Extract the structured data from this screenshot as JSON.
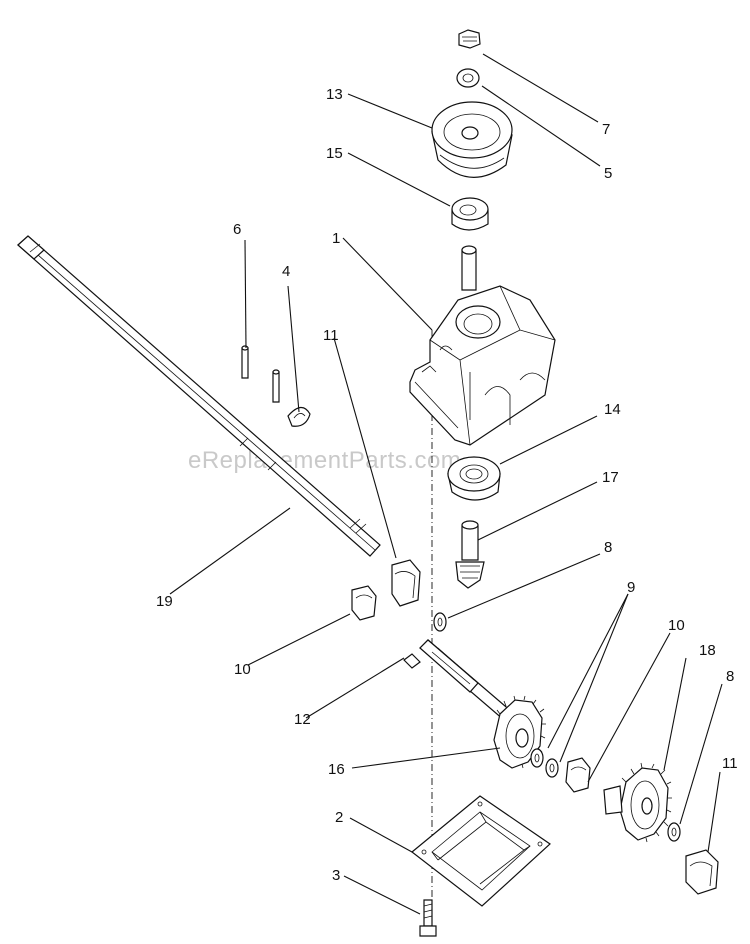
{
  "watermark": "eReplacementParts.com",
  "callouts": [
    {
      "id": "c13",
      "text": "13"
    },
    {
      "id": "c7",
      "text": "7"
    },
    {
      "id": "c5",
      "text": "5"
    },
    {
      "id": "c15",
      "text": "15"
    },
    {
      "id": "c1",
      "text": "1"
    },
    {
      "id": "c6",
      "text": "6"
    },
    {
      "id": "c4",
      "text": "4"
    },
    {
      "id": "c11a",
      "text": "11"
    },
    {
      "id": "c14",
      "text": "14"
    },
    {
      "id": "c17",
      "text": "17"
    },
    {
      "id": "c8a",
      "text": "8"
    },
    {
      "id": "c19",
      "text": "19"
    },
    {
      "id": "c9",
      "text": "9"
    },
    {
      "id": "c10a",
      "text": "10"
    },
    {
      "id": "c10b",
      "text": "10"
    },
    {
      "id": "c18",
      "text": "18"
    },
    {
      "id": "c8b",
      "text": "8"
    },
    {
      "id": "c11b",
      "text": "11"
    },
    {
      "id": "c12",
      "text": "12"
    },
    {
      "id": "c16",
      "text": "16"
    },
    {
      "id": "c2",
      "text": "2"
    },
    {
      "id": "c3",
      "text": "3"
    }
  ]
}
